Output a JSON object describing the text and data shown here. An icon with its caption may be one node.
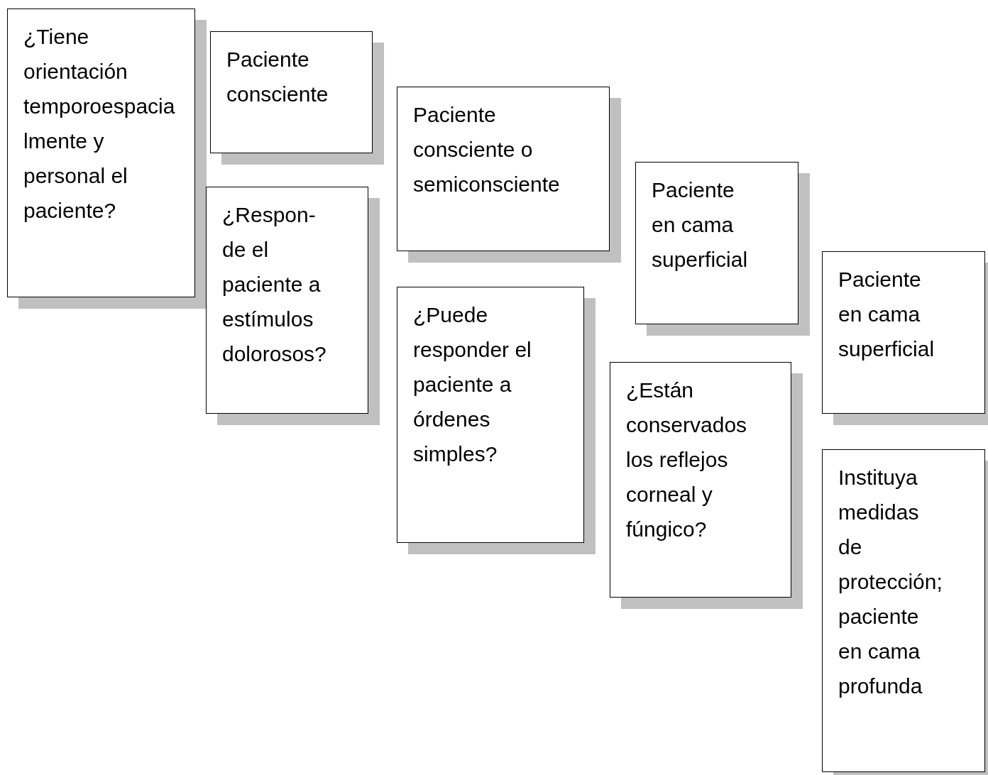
{
  "diagram": {
    "nodes": [
      {
        "text": [
          "¿Tiene orientación temporoespacialmente y personal el paciente?"
        ]
      },
      {
        "text": [
          "Paciente consciente"
        ]
      },
      {
        "text": [
          "¿Respon- de el paciente a estímulos dolorosos?"
        ]
      },
      {
        "text": [
          "Paciente consciente o semiconsciente"
        ]
      },
      {
        "text": [
          "¿Puede responder el paciente a órdenes simples?"
        ]
      },
      {
        "text": [
          "Paciente en cama superficial"
        ]
      },
      {
        "text": [
          "¿Están conservados los reflejos corneal y fúngico?"
        ]
      },
      {
        "text": [
          "Paciente en cama superficial"
        ]
      },
      {
        "text": [
          "Instituya medidas de protección; paciente en cama profunda"
        ]
      }
    ]
  }
}
